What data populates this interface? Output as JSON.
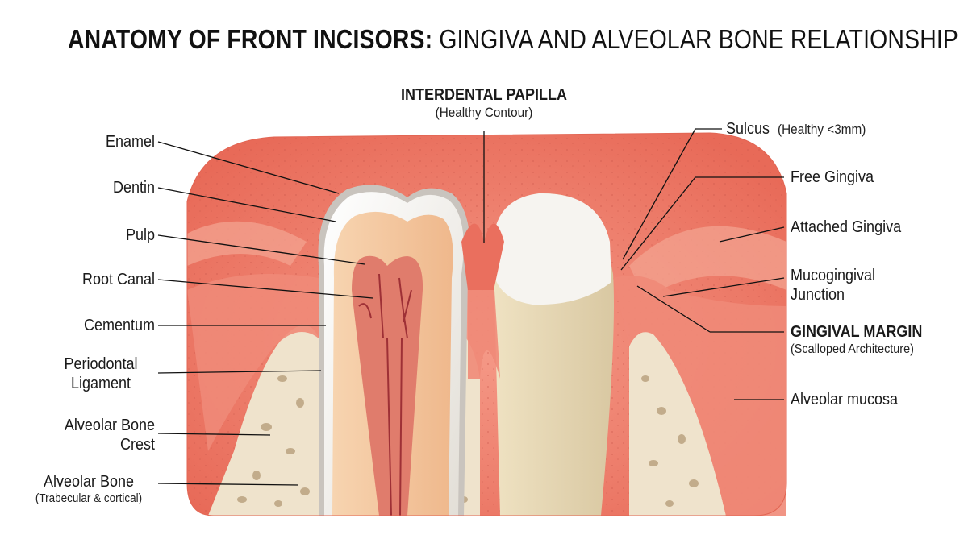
{
  "title": {
    "bold": "ANATOMY OF FRONT INCISORS:",
    "rest": "GINGIVA AND ALVEOLAR BONE RELATIONSHIP"
  },
  "labels": {
    "enamel": "Enamel",
    "dentin": "Dentin",
    "pulp": "Pulp",
    "root_canal": "Root Canal",
    "cementum": "Cementum",
    "periodontal_ligament": [
      "Periodontal",
      "Ligament"
    ],
    "alveolar_bone_crest": [
      "Alveolar Bone",
      "Crest"
    ],
    "alveolar_bone": "Alveolar Bone",
    "alveolar_bone_sub": "(Trabecular & cortical)",
    "interdental_papilla": "INTERDENTAL PAPILLA",
    "interdental_papilla_sub": "(Healthy Contour)",
    "sulcus": "Sulcus",
    "sulcus_sub": "(Healthy <3mm)",
    "free_gingiva": "Free Gingiva",
    "attached_gingiva": "Attached Gingiva",
    "mucogingival_junction": [
      "Mucogingival",
      "Junction"
    ],
    "gingival_margin": "GINGIVAL MARGIN",
    "gingival_margin_sub": "(Scalloped Architecture)",
    "alveolar_mucosa": "Alveolar mucosa"
  },
  "colors": {
    "mucosa": "#ec7a68",
    "gingiva": "#f08a78",
    "bone": "#efe3cc",
    "bone_pore": "#b49a76",
    "enamel": "#f4f2ee",
    "dentin": "#f4c8a0",
    "pulp": "#e07c6c",
    "vessel": "#9e3036",
    "pdl": "#c9c4be"
  }
}
